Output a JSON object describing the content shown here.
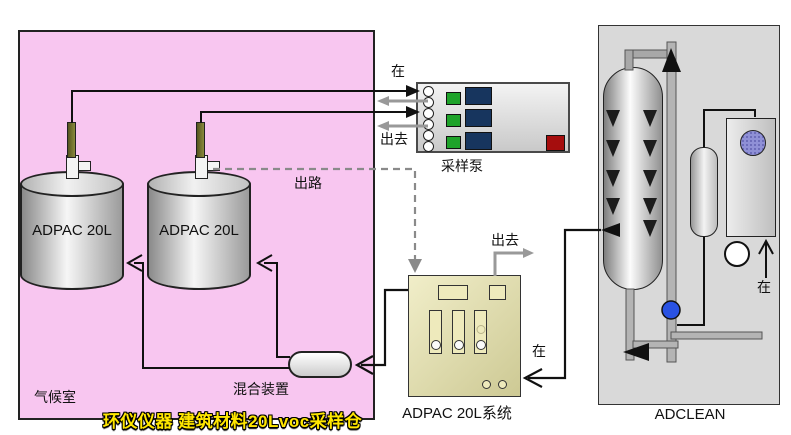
{
  "watermark": {
    "text": "环仪仪器 建筑材料20Lvoc采样仓",
    "color": "#ffe600"
  },
  "climate_chamber": {
    "label": "气候室",
    "chambers": [
      {
        "label": "ADPAC 20L"
      },
      {
        "label": "ADPAC 20L"
      }
    ],
    "mixer_label": "混合装置",
    "exhaust_label": "出路"
  },
  "sampling_pump": {
    "label": "采样泵",
    "inlet_label": "在",
    "outlet_label": "出去",
    "port_count": 6,
    "led_colors": {
      "green": "#1ea32a",
      "navy": "#17355e",
      "red": "#a50d0d"
    }
  },
  "adpac_system": {
    "label": "ADPAC 20L系统",
    "inlet_label": "在",
    "outlet_label": "出去",
    "flowmeter_count": 3
  },
  "adclean": {
    "label": "ADCLEAN",
    "inlet_label": "在"
  },
  "colors": {
    "chamber_pink": "#f8c6f0",
    "system_beige": "#e6e2ae",
    "valve_blue": "#2952e3",
    "fan_purple": "#8f90d6",
    "title_yellow": "#ffe600"
  }
}
